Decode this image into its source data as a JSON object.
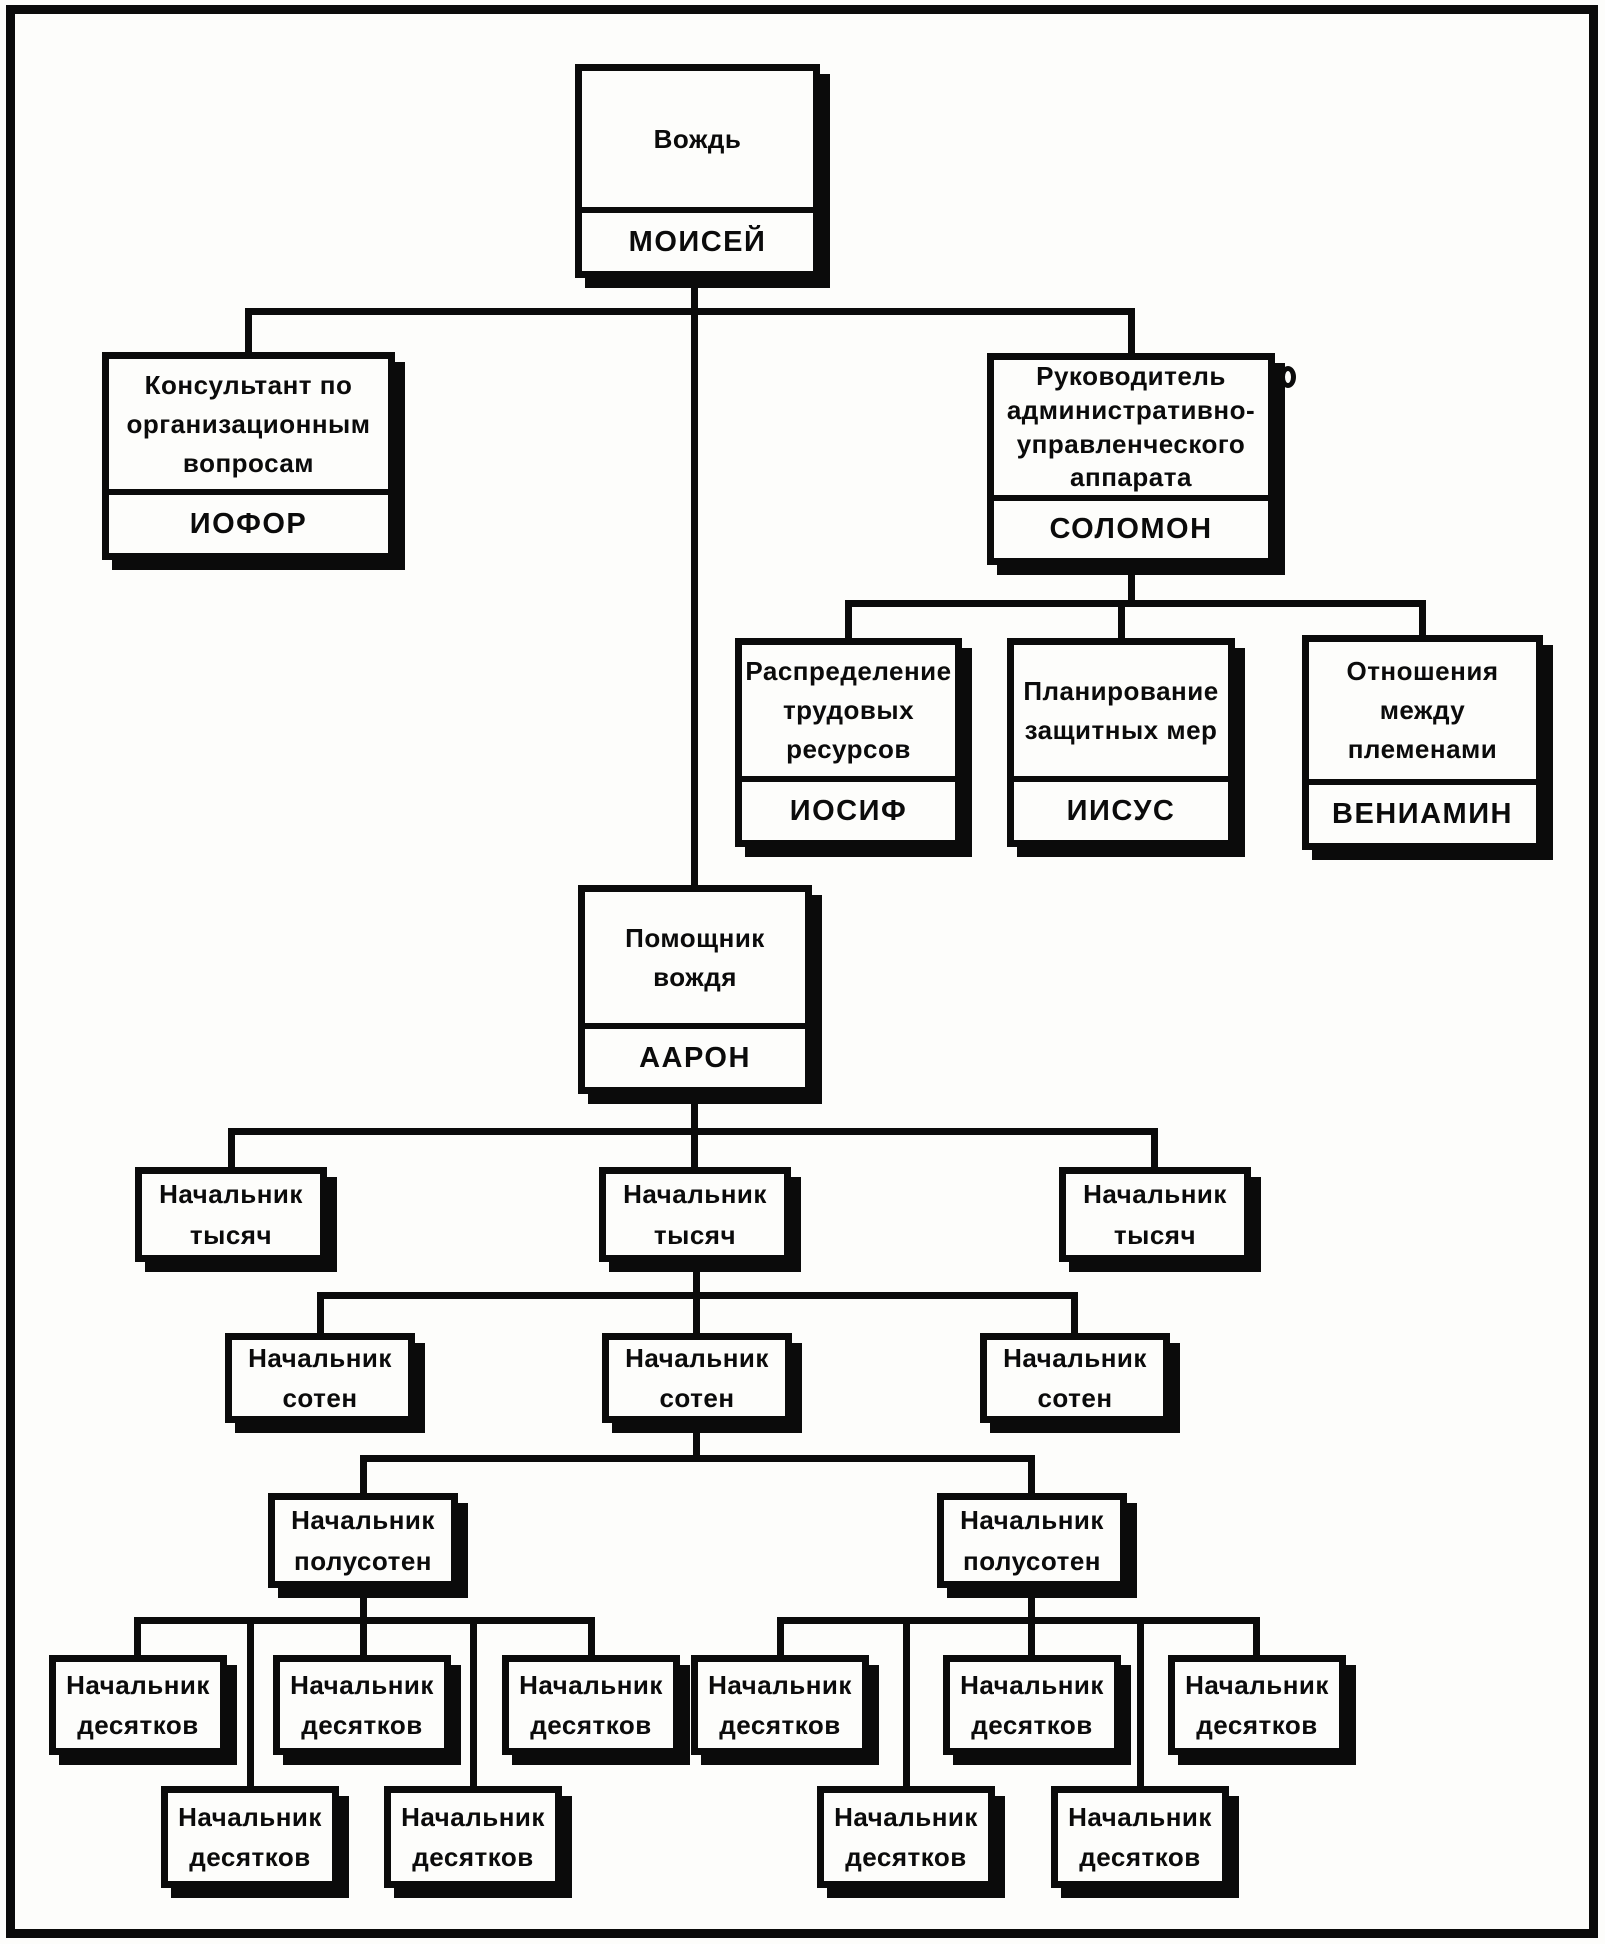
{
  "org_chart": {
    "positions": {
      "chief": {
        "title": "Вождь",
        "name": "МОИСЕЙ"
      },
      "consultant": {
        "title": "Консультант по\nорганизационным\nвопросам",
        "name": "ИОФОР"
      },
      "admin_head": {
        "title": "Руководитель\nадминистративно-\nуправленческого\nаппарата",
        "name": "СОЛОМОН"
      },
      "labor": {
        "title": "Распределение\nтрудовых\nресурсов",
        "name": "ИОСИФ"
      },
      "defense": {
        "title": "Планирование\nзащитных мер",
        "name": "ИИСУС"
      },
      "tribal": {
        "title": "Отношения\nмежду\nплеменами",
        "name": "ВЕНИАМИН"
      },
      "assistant": {
        "title": "Помощник\nвождя",
        "name": "ААРОН"
      }
    },
    "ranks": {
      "thousands": "Начальник\nтысяч",
      "hundreds": "Начальник\nсотен",
      "fifties": "Начальник\nполусотен",
      "tens": "Начальник\nдесятков"
    },
    "counts": {
      "thousands": 3,
      "hundreds": 3,
      "fifties": 2,
      "tens": 10
    },
    "colors": {
      "ink": "#0b0b0b",
      "paper": "#fdfdfb"
    }
  }
}
